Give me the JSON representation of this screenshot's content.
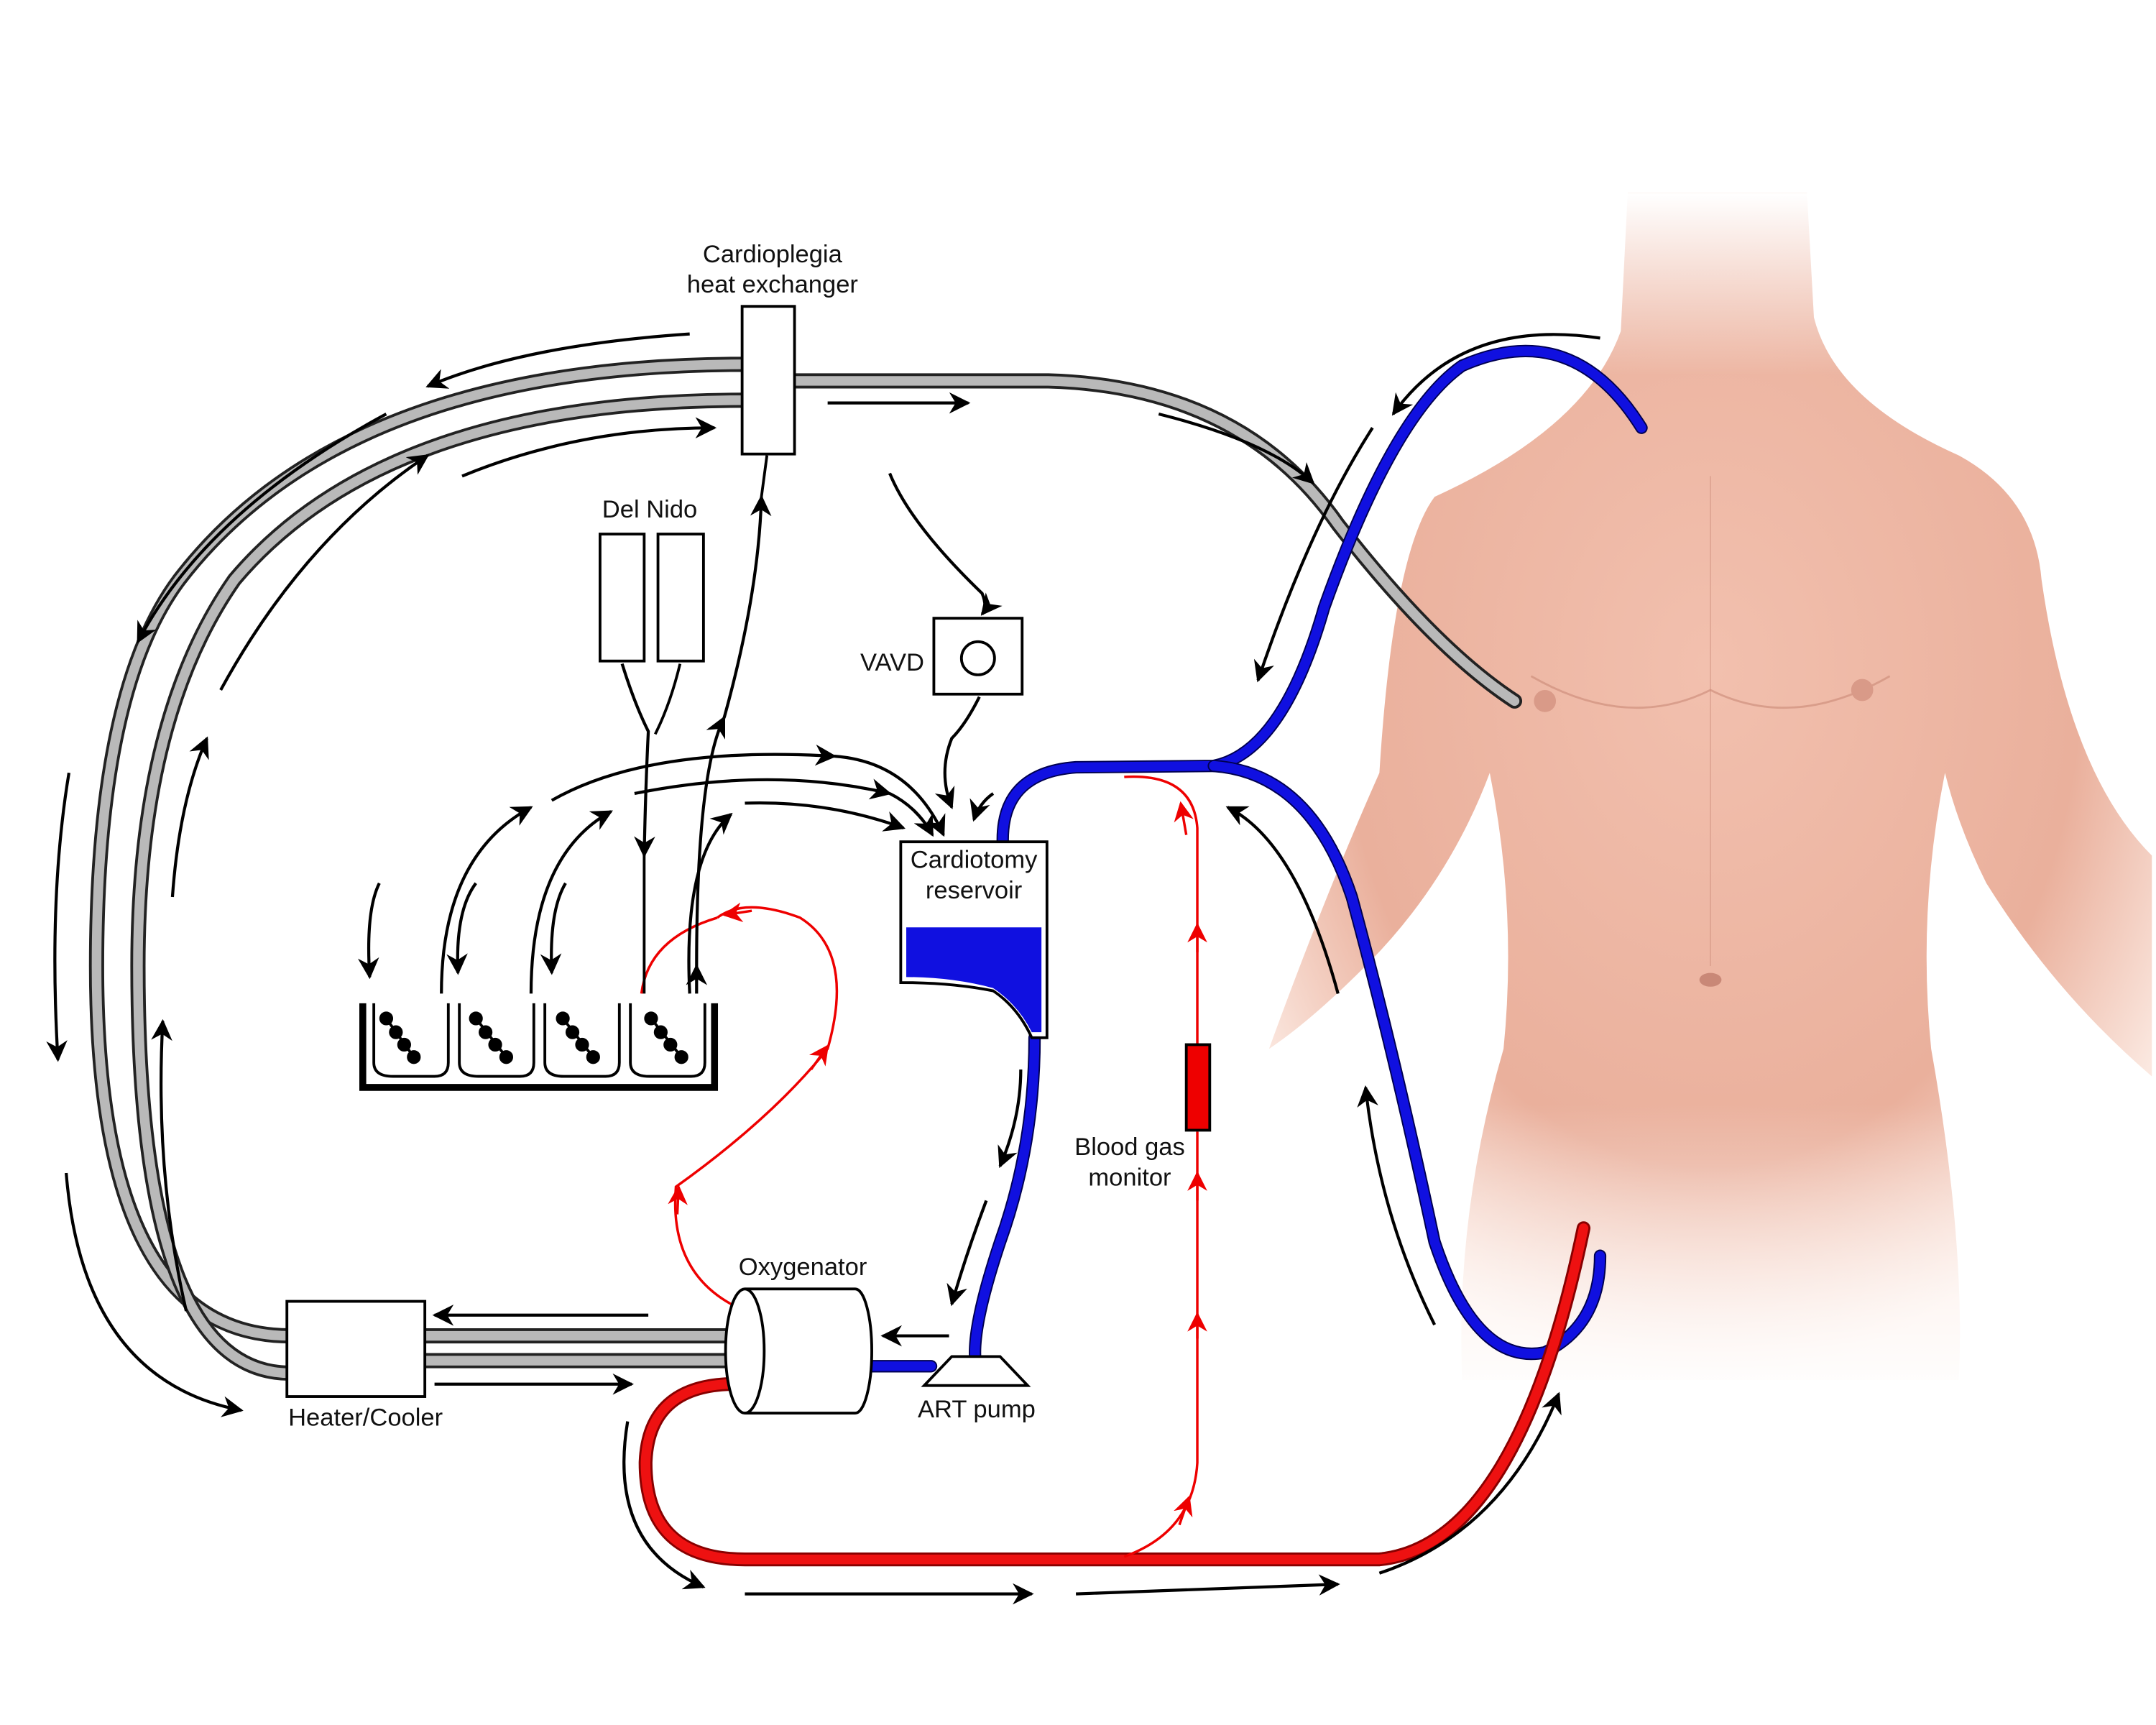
{
  "labels": {
    "cardioplegia_line1": "Cardioplegia",
    "cardioplegia_line2": "heat exchanger",
    "del_nido": "Del Nido",
    "vavd": "VAVD",
    "reservoir_line1": "Cardiotomy",
    "reservoir_line2": "reservoir",
    "blood_gas_line1": "Blood gas",
    "blood_gas_line2": "monitor",
    "oxygenator": "Oxygenator",
    "art_pump": "ART pump",
    "heater_cooler": "Heater/Cooler"
  },
  "colors": {
    "venous": "#1010e0",
    "arterial": "#ee1111",
    "water_line": "#b9b9b9",
    "skin": "#efb4a0"
  }
}
